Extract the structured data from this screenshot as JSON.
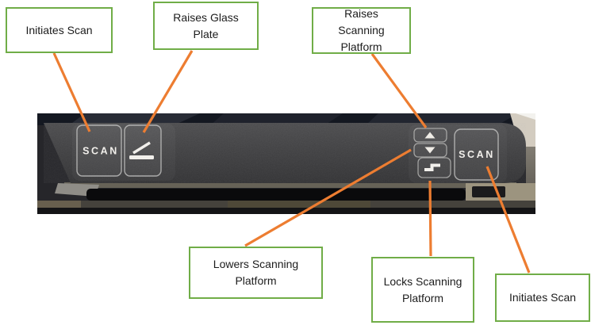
{
  "callouts": [
    {
      "label": "Initiates Scan",
      "target": "left-scan-button"
    },
    {
      "label": "Raises Glass Plate",
      "target": "glass-plate-button"
    },
    {
      "label": "Raises Scanning Platform",
      "target": "raise-platform-button"
    },
    {
      "label": "Lowers Scanning Platform",
      "target": "lower-platform-button"
    },
    {
      "label": "Locks Scanning Platform",
      "target": "lock-platform-button"
    },
    {
      "label": "Initiates Scan",
      "target": "right-scan-button"
    }
  ],
  "photo": {
    "description": "scanner control panel photograph",
    "left_scan_label": "SCAN",
    "right_scan_label": "SCAN",
    "icons": [
      "glass-plate-icon",
      "up-arrow-icon",
      "down-arrow-icon",
      "step-lock-icon"
    ]
  },
  "colors": {
    "callout_border": "#70ad47",
    "connector": "#ed7d31",
    "panel": "#3b3b3d",
    "button_text": "#f1efeb",
    "page_background": "#ffffff"
  }
}
